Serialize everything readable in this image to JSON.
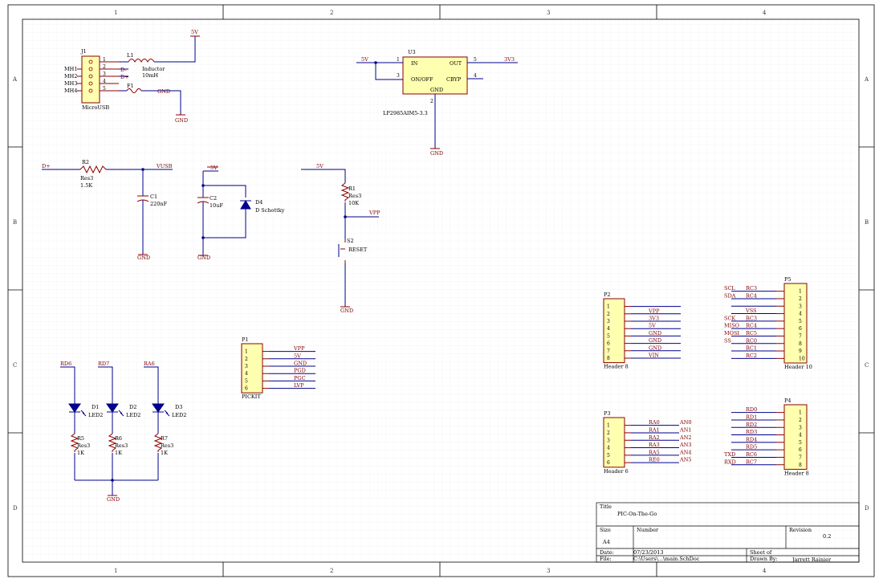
{
  "border": {
    "columns": [
      "1",
      "2",
      "3",
      "4"
    ],
    "rows": [
      "A",
      "B",
      "C",
      "D"
    ]
  },
  "title_block": {
    "title_label": "Title",
    "title": "PIC-On-The-Go",
    "size_label": "Size",
    "size": "A4",
    "number_label": "Number",
    "revision_label": "Revision",
    "revision": "0.2",
    "date_label": "Date:",
    "date": "07/23/2013",
    "file_label": "File:",
    "file": "C:\\Users\\...\\main.SchDoc",
    "sheet_label": "Sheet   of",
    "drawn_label": "Drawn By:",
    "drawn_by": "Jarrett Rainier"
  },
  "usb": {
    "ref": "J1",
    "name": "MicroUSB",
    "mh_pins": [
      "MH1",
      "MH2",
      "MH3",
      "MH4"
    ],
    "pins": [
      "1",
      "2",
      "3",
      "4",
      "5"
    ],
    "net_dm": "D-",
    "net_dp": "D+",
    "inductor_ref": "L1",
    "inductor_name": "Inductor",
    "inductor_value": "10mH",
    "fuse_ref": "F1",
    "gnd": "GND",
    "power": "5V"
  },
  "regulator": {
    "ref": "U3",
    "part": "LP2985AIM5-3.3",
    "pin_in": "IN",
    "pin_out": "OUT",
    "pin_onoff": "ON/OFF",
    "pin_cbyp": "CBYP",
    "pin_gnd": "GND",
    "pin_nums": [
      "1",
      "5",
      "3",
      "4",
      "2"
    ],
    "in_net": "5V",
    "out_net": "3V3",
    "gnd": "GND"
  },
  "vusb": {
    "net_in": "D+",
    "r_ref": "R2",
    "r_type": "Res3",
    "r_value": "1.5K",
    "net_out": "VUSB",
    "c_ref": "C1",
    "c_value": "220nF",
    "gnd": "GND"
  },
  "bulk": {
    "net": "5V",
    "c_ref": "C2",
    "c_value": "10uF",
    "d_ref": "D4",
    "d_name": "D Schottky",
    "gnd": "GND"
  },
  "reset": {
    "net": "5V",
    "r_ref": "R1",
    "r_type": "Res3",
    "r_value": "10K",
    "vpp": "VPP",
    "sw_ref": "S2",
    "sw_name": "RESET",
    "gnd": "GND"
  },
  "leds": [
    {
      "net": "RD6",
      "d_ref": "D1",
      "d_name": "LED2",
      "r_ref": "R5",
      "r_type": "Res3",
      "r_value": "1K"
    },
    {
      "net": "RD7",
      "d_ref": "D2",
      "d_name": "LED2",
      "r_ref": "R6",
      "r_type": "Res3",
      "r_value": "1K"
    },
    {
      "net": "RA6",
      "d_ref": "D3",
      "d_name": "LED2",
      "r_ref": "R7",
      "r_type": "Res3",
      "r_value": "1K"
    }
  ],
  "led_gnd": "GND",
  "pickit": {
    "ref": "P1",
    "name": "PICKIT",
    "pins": [
      "1",
      "2",
      "3",
      "4",
      "5",
      "6"
    ],
    "nets": [
      "VPP",
      "5V",
      "GND",
      "PGD",
      "PGC",
      "LVP"
    ]
  },
  "p2": {
    "ref": "P2",
    "name": "Header 8",
    "pins": [
      "1",
      "2",
      "3",
      "4",
      "5",
      "6",
      "7",
      "8"
    ],
    "nets": [
      "",
      "VPP",
      "3V3",
      "5V",
      "GND",
      "GND",
      "GND",
      "VIN"
    ]
  },
  "p5": {
    "ref": "P5",
    "name": "Header 10",
    "pins": [
      "1",
      "2",
      "3",
      "4",
      "5",
      "6",
      "7",
      "8",
      "9",
      "10"
    ],
    "alias": [
      "SCL",
      "SDA",
      "",
      "",
      "SCK",
      "MISO",
      "MOSI",
      "SS",
      "",
      ""
    ],
    "nets": [
      "RC3",
      "RC4",
      "",
      "VSS",
      "RC3",
      "RC4",
      "RC5",
      "RC0",
      "RC1",
      "RC2"
    ]
  },
  "p3": {
    "ref": "P3",
    "name": "Header 6",
    "pins": [
      "1",
      "2",
      "3",
      "4",
      "5",
      "6"
    ],
    "nets": [
      "RA0",
      "RA1",
      "RA2",
      "RA3",
      "RA5",
      "RE0"
    ],
    "alias": [
      "AN0",
      "AN1",
      "AN2",
      "AN3",
      "AN4",
      "AN5"
    ]
  },
  "p4": {
    "ref": "P4",
    "name": "Header 8",
    "pins": [
      "1",
      "2",
      "3",
      "4",
      "5",
      "6",
      "7",
      "8"
    ],
    "nets": [
      "RD0",
      "RD1",
      "RD2",
      "RD3",
      "RD4",
      "RD5",
      "RC6",
      "RC7"
    ],
    "alias": [
      "",
      "",
      "",
      "",
      "",
      "",
      "TXD",
      "RXD"
    ]
  }
}
